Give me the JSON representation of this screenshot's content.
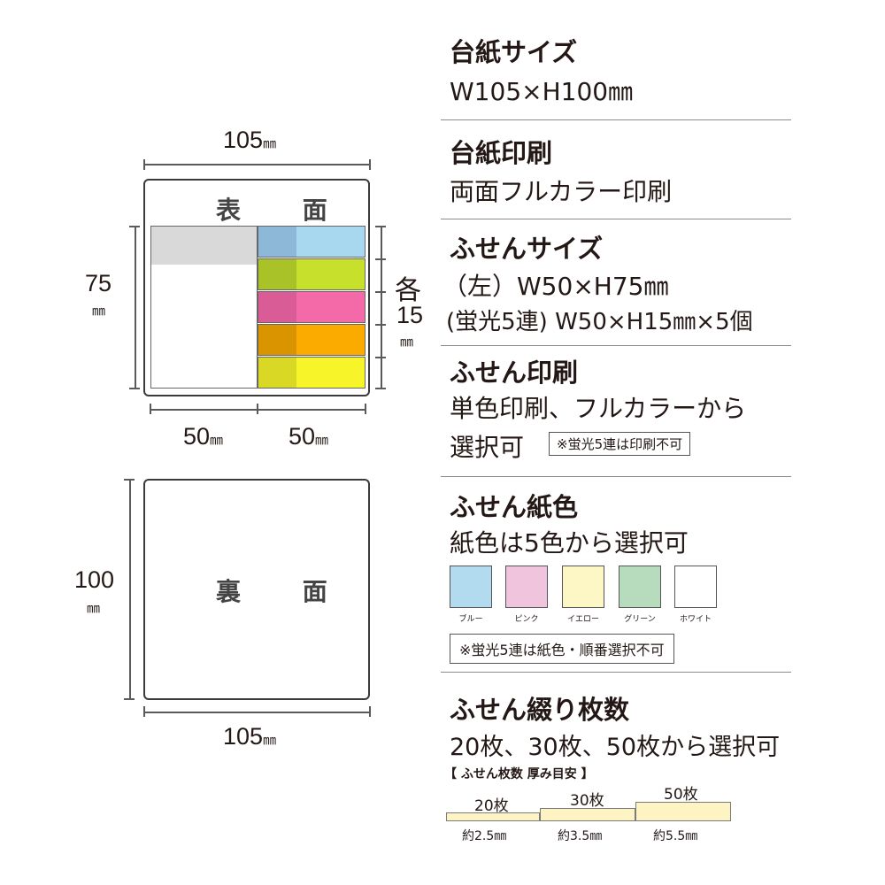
{
  "front": {
    "label": "表 面",
    "width_label": "105",
    "height_label": "75",
    "each_label": "各",
    "each_value": "15",
    "left_width": "50",
    "right_width": "50",
    "unit": "㎜"
  },
  "back": {
    "label": "裏 面",
    "height_label": "100",
    "width_label": "105",
    "unit": "㎜"
  },
  "colors": {
    "blue": "#a8d8f0",
    "blue_dark": "#8eb8d8",
    "green": "#c6e02c",
    "green_dark": "#a8c227",
    "pink": "#f46aa8",
    "pink_dark": "#d95c96",
    "orange": "#fbab00",
    "orange_dark": "#d99400",
    "yellow": "#f7f52a",
    "yellow_dark": "#d9d824",
    "gray": "#d9d9d9"
  },
  "specs": {
    "board_size": {
      "title": "台紙サイズ",
      "value": "W105×H100㎜"
    },
    "board_print": {
      "title": "台紙印刷",
      "value": "両面フルカラー印刷"
    },
    "sticky_size": {
      "title": "ふせんサイズ",
      "line1": "（左）W50×H75㎜",
      "line2": "(蛍光5連) W50×H15㎜×5個"
    },
    "sticky_print": {
      "title": "ふせん印刷",
      "line1": "単色印刷、フルカラーから",
      "line2": "選択可",
      "note": "※蛍光5連は印刷不可"
    },
    "sticky_paper": {
      "title": "ふせん紙色",
      "value": "紙色は5色から選択可",
      "swatches": [
        {
          "label": "ブルー",
          "color": "#b3dbf0"
        },
        {
          "label": "ピンク",
          "color": "#f0c4dc"
        },
        {
          "label": "イエロー",
          "color": "#fdf7c6"
        },
        {
          "label": "グリーン",
          "color": "#b7dbbd"
        },
        {
          "label": "ホワイト",
          "color": "#ffffff"
        }
      ],
      "note": "※蛍光5連は紙色・順番選択不可"
    },
    "sticky_count": {
      "title": "ふせん綴り枚数",
      "value": "20枚、30枚、50枚から選択可",
      "sub": "【 ふせん枚数 厚み目安 】",
      "stacks": [
        {
          "count": "20枚",
          "thickness": "約2.5㎜",
          "mm": 2.5
        },
        {
          "count": "30枚",
          "thickness": "約3.5㎜",
          "mm": 3.5
        },
        {
          "count": "50枚",
          "thickness": "約5.5㎜",
          "mm": 5.5
        }
      ]
    }
  }
}
